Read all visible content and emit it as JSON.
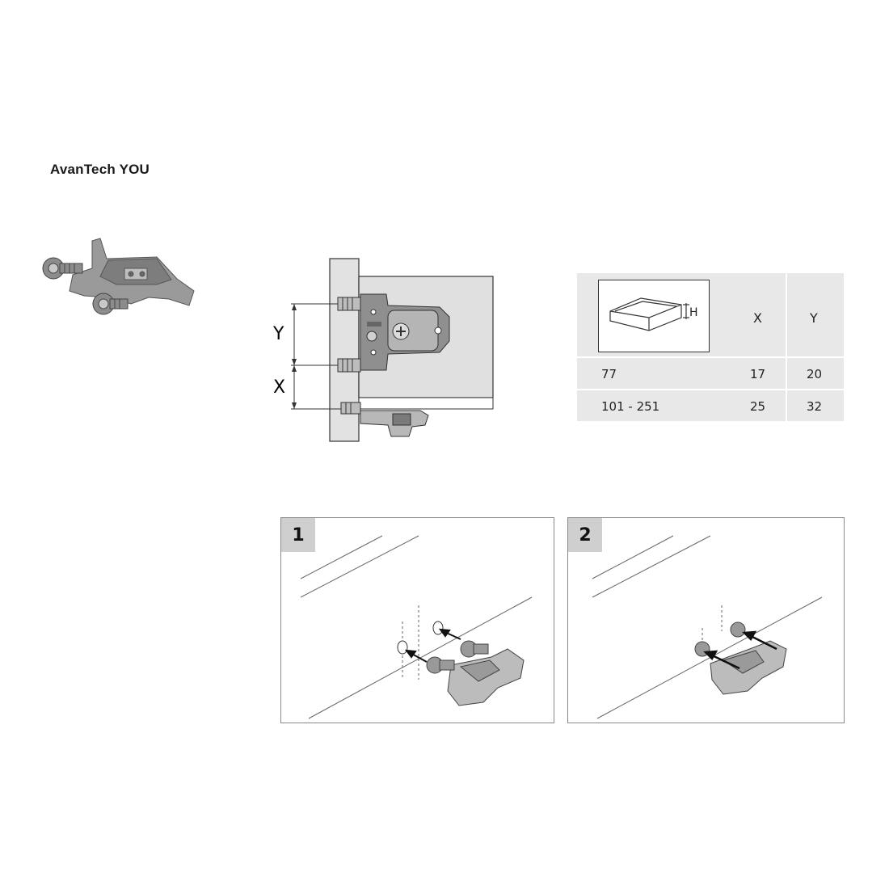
{
  "header": {
    "title": "AvanTech YOU"
  },
  "diagram": {
    "label_y": "Y",
    "label_x": "X"
  },
  "table": {
    "header_h": "H",
    "header_x": "X",
    "header_y": "Y",
    "rows": [
      {
        "h": "77",
        "x": "17",
        "y": "20"
      },
      {
        "h": "101 - 251",
        "x": "25",
        "y": "32"
      }
    ]
  },
  "steps": [
    {
      "number": "1"
    },
    {
      "number": "2"
    }
  ],
  "colors": {
    "part_gray": "#9a9a9a",
    "panel_gray": "#e0e0e0",
    "table_bg": "#e8e8e8",
    "step_badge": "#cfcfcf"
  }
}
